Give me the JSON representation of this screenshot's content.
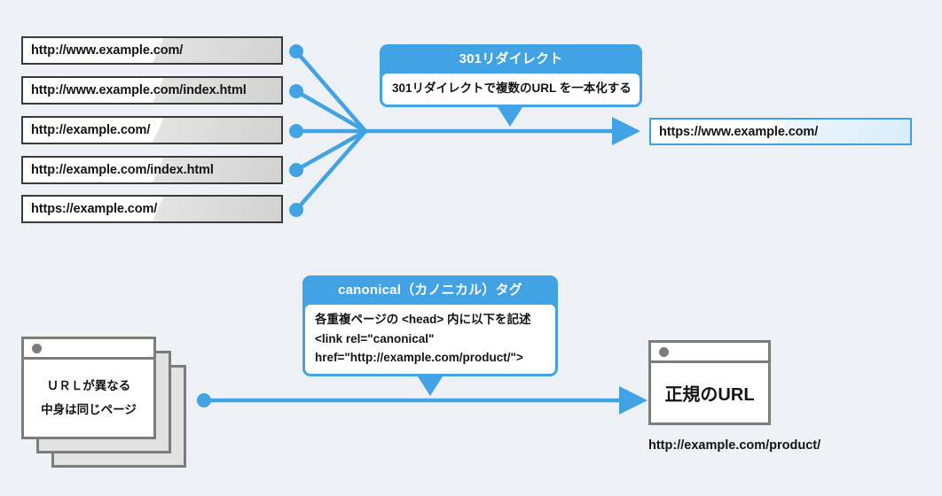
{
  "colors": {
    "background": "#edf1f5",
    "accent_blue": "#41a3e3",
    "box_border_gray": "#3a3a3a",
    "window_gray": "#7c7c7c",
    "text_dark": "#141414"
  },
  "top_section": {
    "source_urls": [
      {
        "label": "http://www.example.com/"
      },
      {
        "label": "http://www.example.com/index.html"
      },
      {
        "label": "http://example.com/"
      },
      {
        "label": "http://example.com/index.html"
      },
      {
        "label": "https://example.com/"
      }
    ],
    "target_url": {
      "label": "https://www.example.com/"
    },
    "callout": {
      "title": "301リダイレクト",
      "lines": [
        "301リダイレクトで複数のURL を一本化する"
      ]
    }
  },
  "bottom_section": {
    "pages_window": {
      "lines": [
        "ＵＲＬが異なる",
        "中身は同じページ"
      ],
      "stack_count": 3
    },
    "result_window": {
      "lines": [
        "正規のURL"
      ],
      "caption": "http://example.com/product/"
    },
    "callout": {
      "title": "canonical（カノニカル）タグ",
      "lines": [
        "各重複ページの <head> 内に以下を記述",
        "<link rel=\"canonical\"",
        "href=\"http://example.com/product/\">"
      ]
    }
  }
}
